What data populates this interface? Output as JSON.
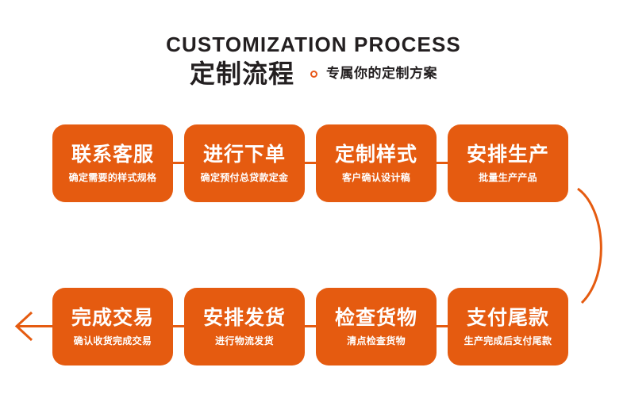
{
  "header": {
    "title_en": "CUSTOMIZATION PROCESS",
    "title_cn": "定制流程",
    "ring_icon": "circle-outline-icon",
    "tagline": "专属你的定制方案"
  },
  "colors": {
    "box_fill": "#e55b10",
    "accent": "#e8591b",
    "text_dark": "#231f20",
    "text_light": "#ffffff",
    "background": "#ffffff"
  },
  "flow": {
    "row1": [
      {
        "step": 1,
        "title": "联系客服",
        "sub": "确定需要的样式规格"
      },
      {
        "step": 2,
        "title": "进行下单",
        "sub": "确定预付总贷款定金"
      },
      {
        "step": 3,
        "title": "定制样式",
        "sub": "客户确认设计稿"
      },
      {
        "step": 4,
        "title": "安排生产",
        "sub": "批量生产产品"
      }
    ],
    "row2": [
      {
        "step": 8,
        "title": "完成交易",
        "sub": "确认收货完成交易"
      },
      {
        "step": 7,
        "title": "安排发货",
        "sub": "进行物流发货"
      },
      {
        "step": 6,
        "title": "检查货物",
        "sub": "清点检查货物"
      },
      {
        "step": 5,
        "title": "支付尾款",
        "sub": "生产完成后支付尾款"
      }
    ],
    "connectors": {
      "curve_label": "flow-curve-connector",
      "arrow_label": "flow-end-arrow"
    }
  }
}
